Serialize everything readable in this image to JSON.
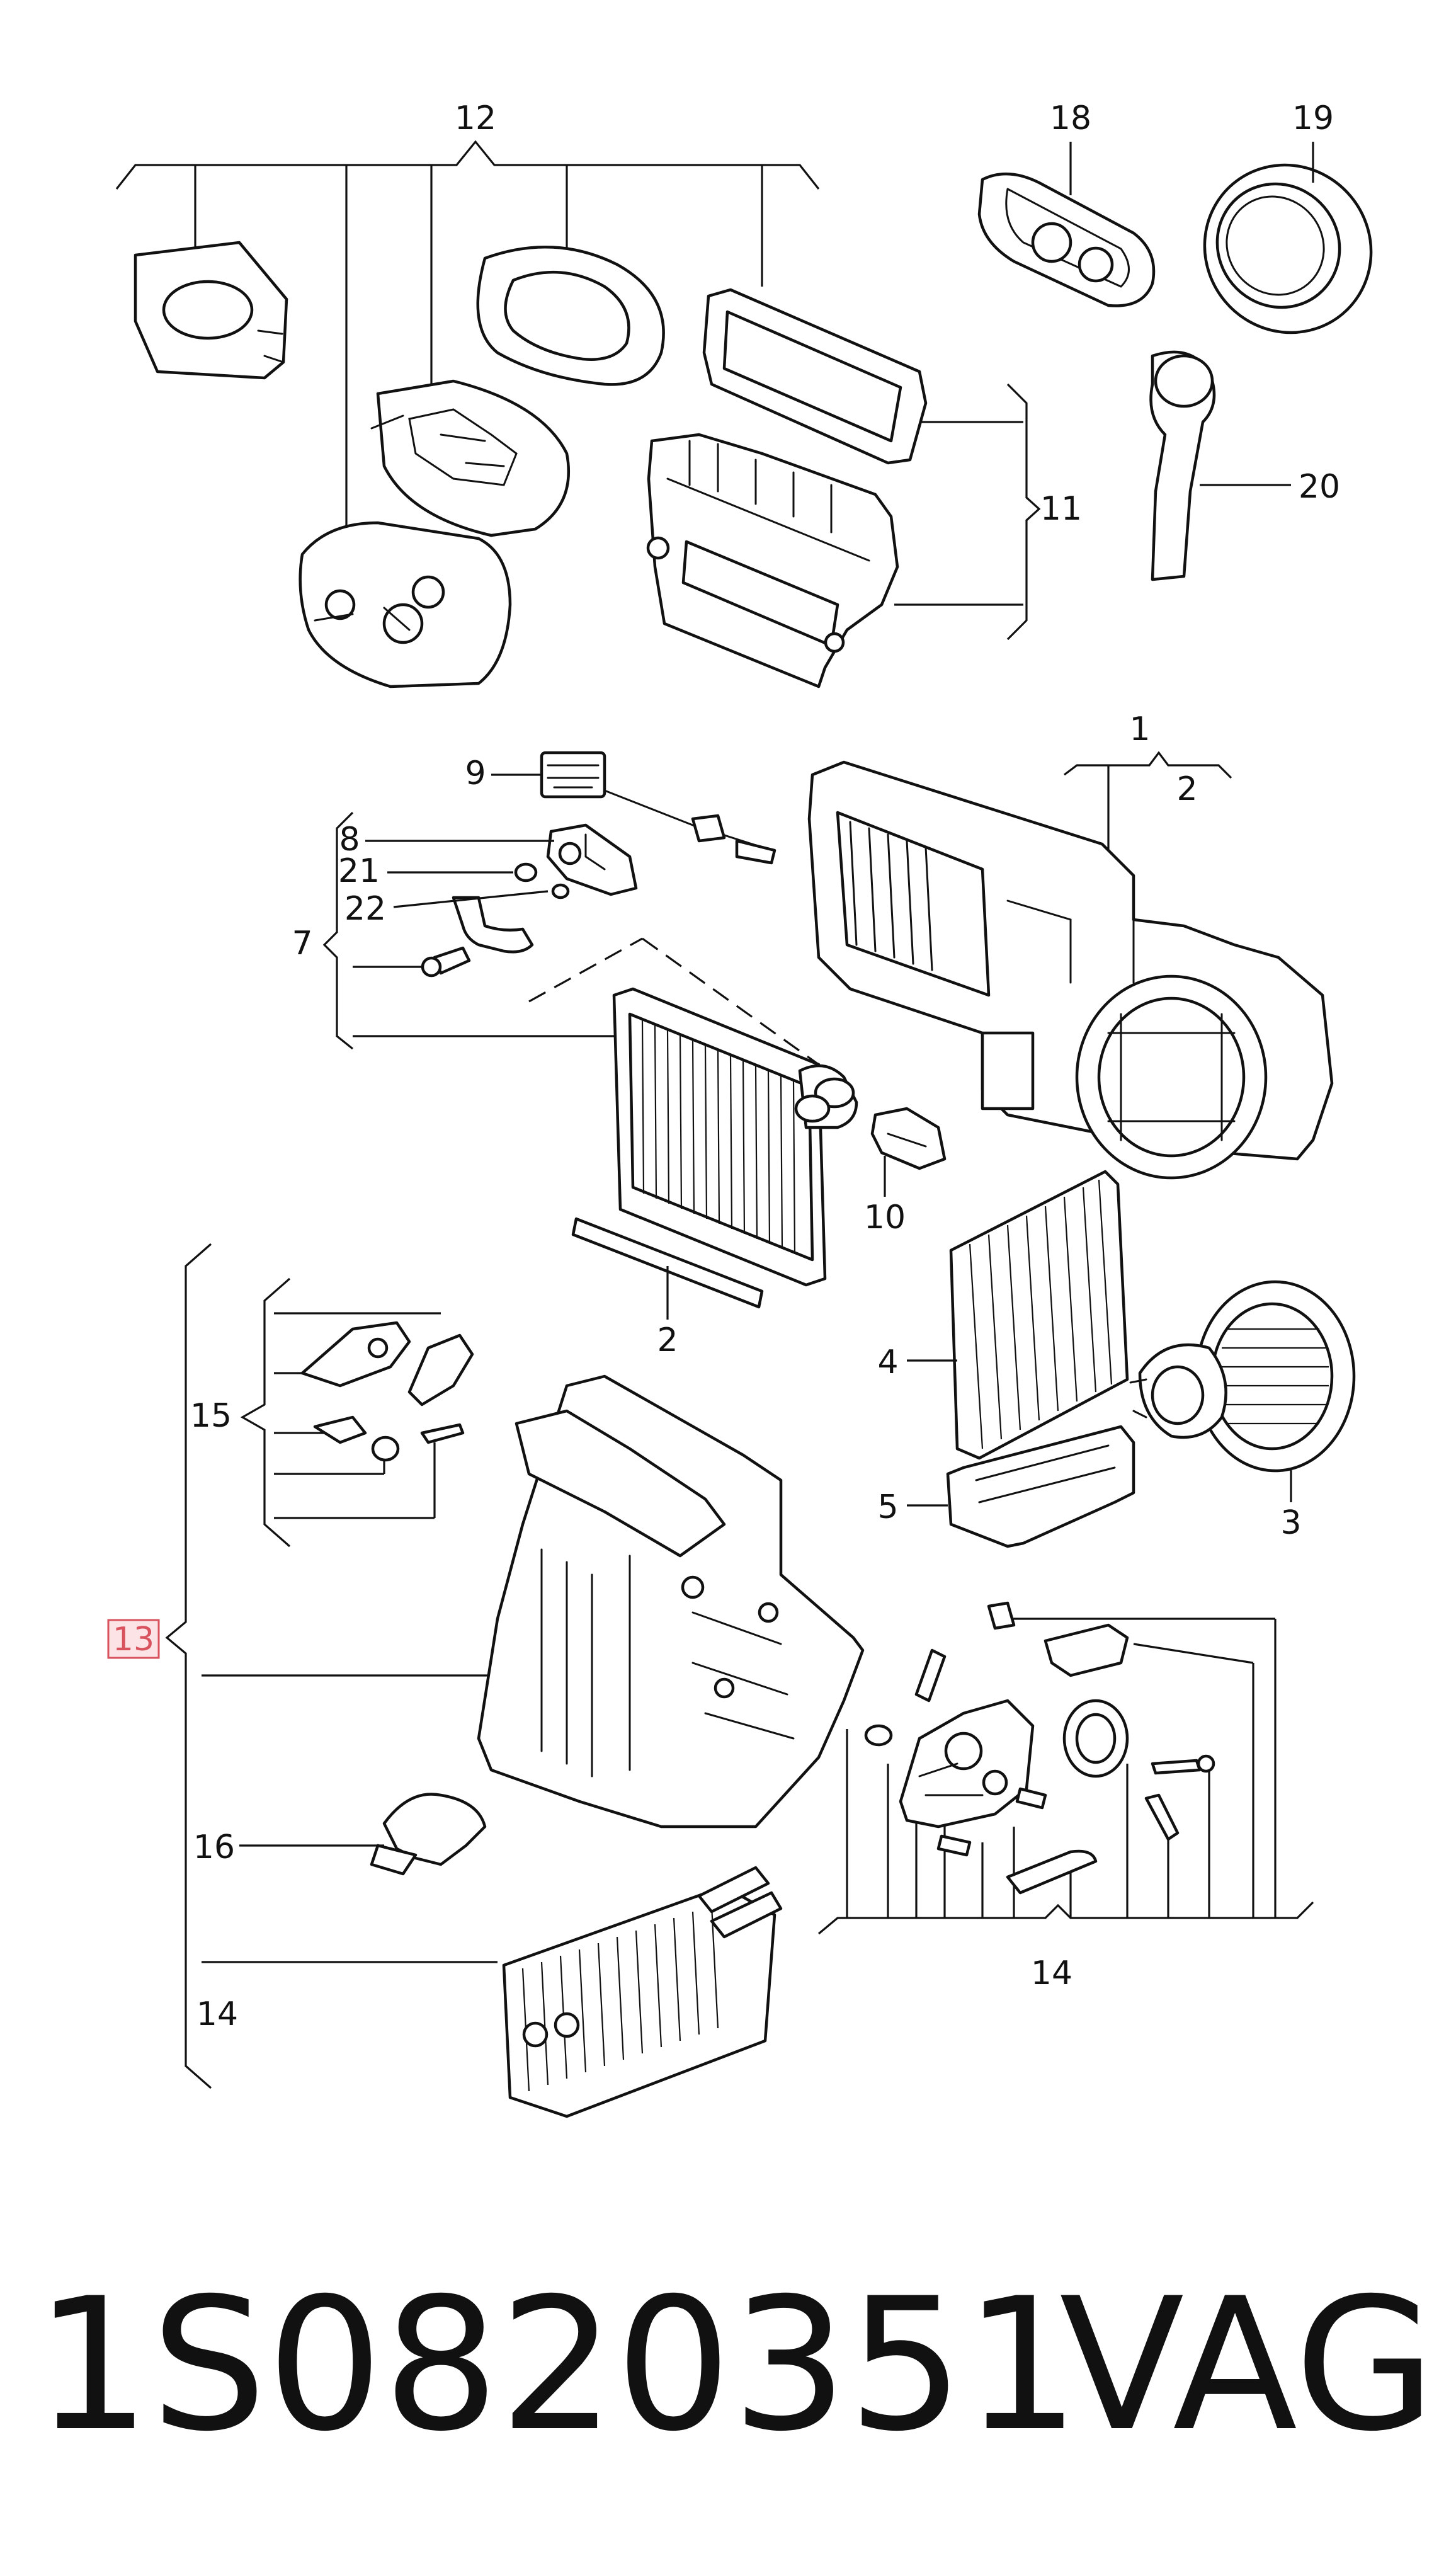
{
  "labels": {
    "l1": "1",
    "l2a": "2",
    "l2b": "2",
    "l3": "3",
    "l4": "4",
    "l5": "5",
    "l7": "7",
    "l8": "8",
    "l9": "9",
    "l10": "10",
    "l11": "11",
    "l12": "12",
    "l13": "13",
    "l14a": "14",
    "l14b": "14",
    "l15": "15",
    "l16": "16",
    "l18": "18",
    "l19": "19",
    "l20": "20",
    "l21": "21",
    "l22": "22"
  },
  "highlight": {
    "label": "13",
    "fill": "#fbe3e6",
    "stroke": "#d9535f"
  },
  "footer": {
    "part_number": "1S0820351",
    "brand": "VAG"
  }
}
